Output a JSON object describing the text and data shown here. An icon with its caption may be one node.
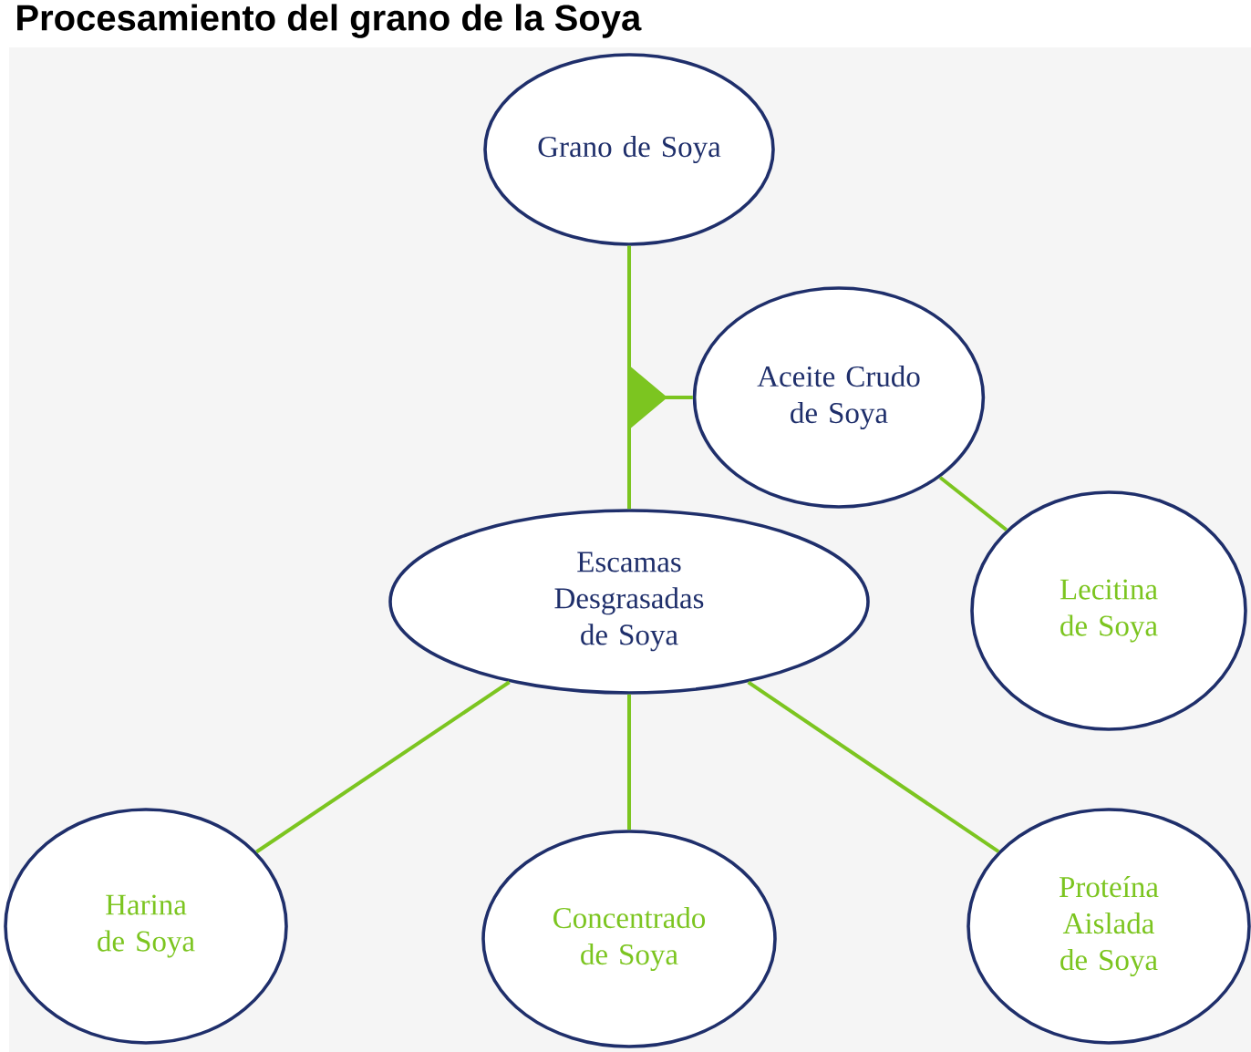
{
  "diagram": {
    "title": "Procesamiento del grano de la Soya",
    "nodes": [
      {
        "text": [
          "Grano de Soya"
        ]
      },
      {
        "text": [
          "Aceite Crudo de Soya"
        ]
      },
      {
        "text": [
          "Escamas Desgrasadas de Soya"
        ]
      },
      {
        "text": [
          "Lecitina de Soya"
        ]
      },
      {
        "text": [
          "Harina de Soya"
        ]
      },
      {
        "text": [
          "Concentrado de Soya"
        ]
      },
      {
        "text": [
          "Proteína Aislada de Soya"
        ]
      }
    ],
    "edges": [
      {
        "from": 0,
        "to": 2,
        "arrow": "none"
      },
      {
        "from": 0,
        "to": 1,
        "arrow": "to"
      },
      {
        "from": 1,
        "to": 3,
        "arrow": "none"
      },
      {
        "from": 2,
        "to": 4,
        "arrow": "none"
      },
      {
        "from": 2,
        "to": 5,
        "arrow": "none"
      },
      {
        "from": 2,
        "to": 6,
        "arrow": "none"
      }
    ]
  }
}
